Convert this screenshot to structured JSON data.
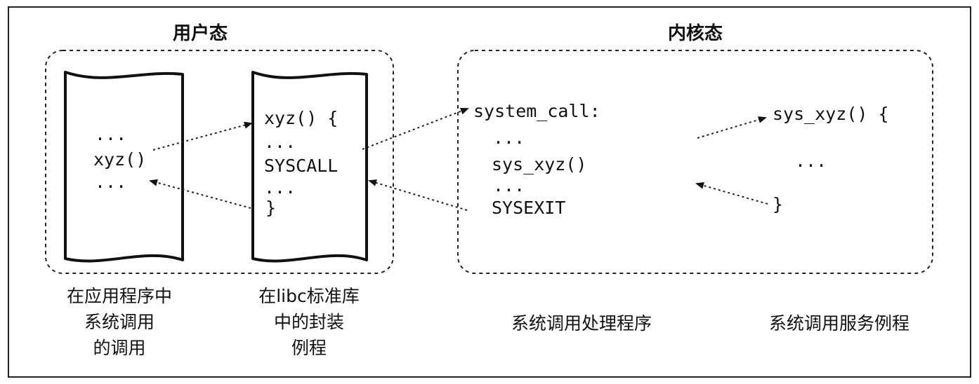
{
  "regions": {
    "user_mode": {
      "title": "用户态"
    },
    "kernel_mode": {
      "title": "内核态"
    }
  },
  "app_program": {
    "lines": [
      "...",
      "xyz()",
      "..."
    ],
    "caption": [
      "在应用程序中",
      "系统调用",
      "的调用"
    ]
  },
  "libc_wrapper": {
    "lines": [
      "xyz() {",
      "...",
      "SYSCALL",
      "...",
      "}"
    ],
    "caption": [
      "在libc标准库",
      "中的封装",
      "例程"
    ]
  },
  "syscall_handler": {
    "lines": [
      "system_call:",
      "...",
      "sys_xyz()",
      "...",
      "SYSEXIT"
    ],
    "caption": [
      "系统调用处理程序"
    ]
  },
  "service_routine": {
    "lines": [
      "sys_xyz() {",
      "...",
      "}"
    ],
    "caption": [
      "系统调用服务例程"
    ]
  },
  "colors": {
    "ink": "#111111",
    "background": "#ffffff"
  }
}
